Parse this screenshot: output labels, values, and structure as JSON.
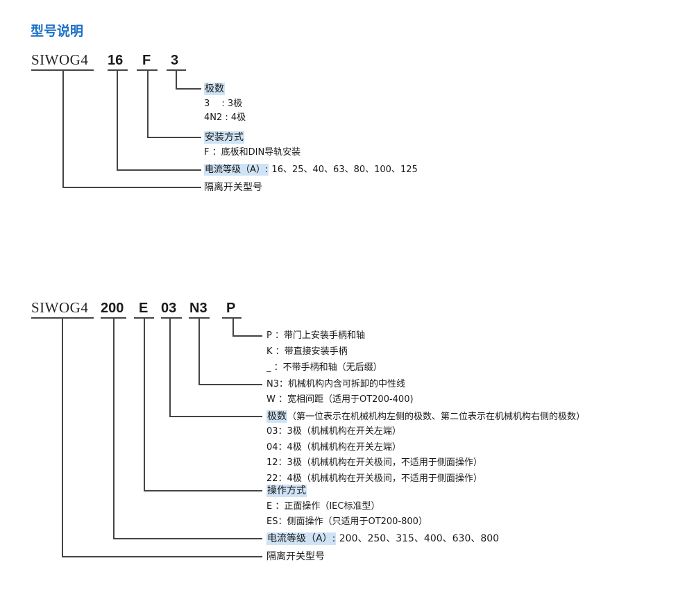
{
  "title": "型号说明",
  "diagram1": {
    "prefix": "SIWOG4",
    "codes": [
      "16",
      "F",
      "3"
    ],
    "poles": {
      "heading": "极数",
      "items": [
        "3　 : 3极",
        "4N2 : 4极"
      ]
    },
    "mounting": {
      "heading": "安装方式",
      "items": [
        "F ：底板和DIN导轨安装"
      ]
    },
    "current": {
      "heading": "电流等级（A）:",
      "values": "16、25、40、63、80、100、125"
    },
    "type_label": "隔离开关型号"
  },
  "diagram2": {
    "prefix": "SIWOG4",
    "codes": [
      "200",
      "E",
      "03",
      "N3",
      "P"
    ],
    "handle": {
      "items": [
        "P ：带门上安装手柄和轴",
        "K ：带直接安装手柄",
        "_ ：不带手柄和轴（无后缀）"
      ]
    },
    "neutral": {
      "items": [
        "N3：机械机构内含可拆卸的中性线",
        "W ：宽相间距（适用于OT200-400)"
      ]
    },
    "poles": {
      "heading": "极数",
      "note": "（第一位表示在机械机构左侧的极数、第二位表示在机械机构右侧的极数）",
      "items": [
        "03：3极（机械机构在开关左端）",
        "04：4极（机械机构在开关左端）",
        "12：3极（机械机构在开关极间，不适用于侧面操作）",
        "22：4极（机械机构在开关极间，不适用于侧面操作）"
      ]
    },
    "operation": {
      "heading": "操作方式",
      "items": [
        "E ：正面操作（IEC标准型）",
        "ES：侧面操作（只适用于OT200-800）"
      ]
    },
    "current": {
      "heading": "电流等级（A）:",
      "values": "200、250、315、400、630、800"
    },
    "type_label": "隔离开关型号"
  },
  "colors": {
    "title": "#1a6fc9",
    "highlight": "#cfe3f5",
    "line": "#444444"
  }
}
